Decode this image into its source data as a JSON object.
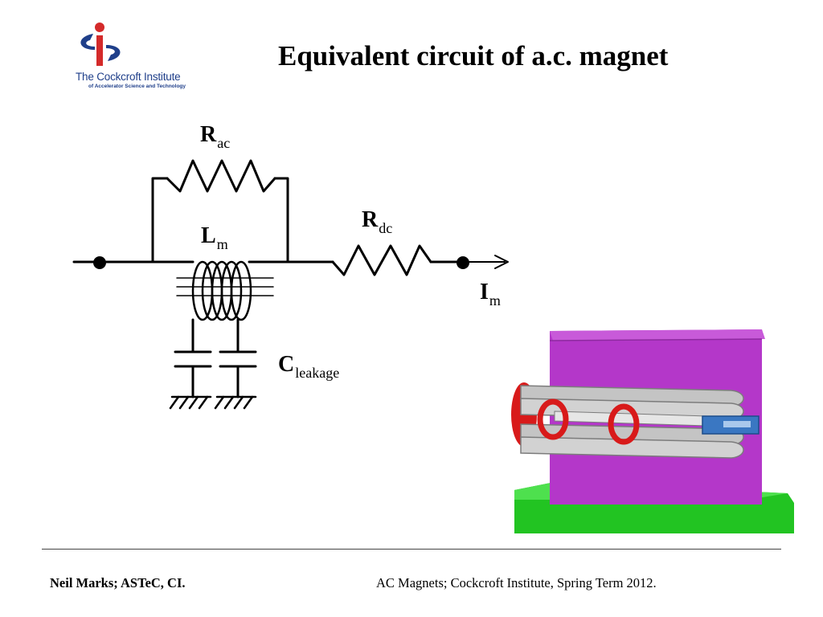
{
  "logo": {
    "name": "The Cockcroft Institute",
    "subtitle": "of Accelerator Science and Technology",
    "colors": {
      "blue": "#1f3f8a",
      "red": "#d42a2a"
    }
  },
  "title": "Equivalent circuit of a.c. magnet",
  "circuit": {
    "rac": {
      "main": "R",
      "sub": "ac"
    },
    "rdc": {
      "main": "R",
      "sub": "dc"
    },
    "lm": {
      "main": "L",
      "sub": "m"
    },
    "im": {
      "main": "I",
      "sub": "m"
    },
    "cleak": {
      "main": "C",
      "sub": "leakage"
    }
  },
  "magnet_colors": {
    "yoke": "#b437c9",
    "coil": "#c4c4c4",
    "ring": "#d81a1a",
    "base": "#22c422",
    "terminal": "#3a77c2"
  },
  "footer": {
    "left": "Neil Marks; ASTeC, CI.",
    "right": "AC Magnets; Cockcroft Institute, Spring Term 2012."
  }
}
